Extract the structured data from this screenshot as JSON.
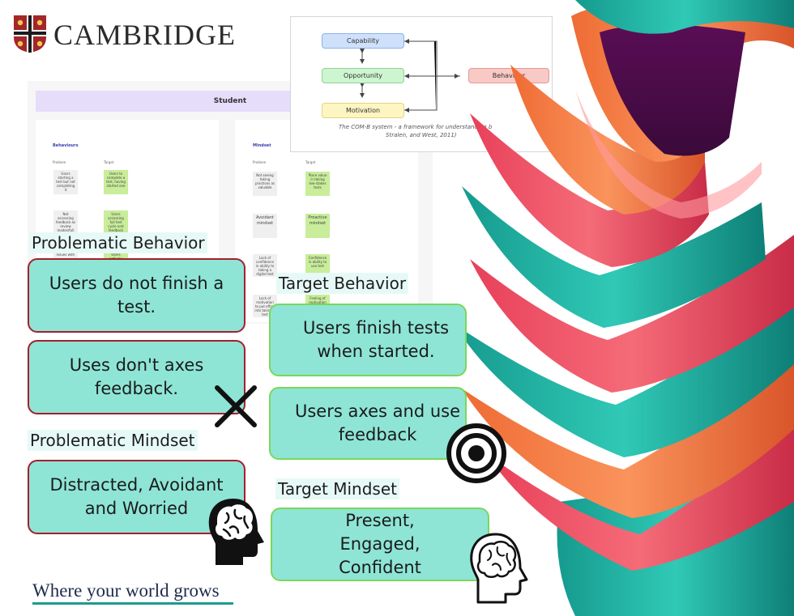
{
  "brand": {
    "name": "CAMBRIDGE",
    "tagline": "Where your world grows",
    "colors": {
      "shield_red": "#a3262a",
      "tagline_underline": "#1e9b8f"
    }
  },
  "whiteboard": {
    "title": "Student",
    "behaviours": {
      "title": "Behaviours",
      "col_problem": "Problem",
      "col_target": "Target",
      "problems": [
        "Users starting a test but not completing it",
        "Not accessing feedback as review modes/full",
        "Issues with"
      ],
      "targets": [
        "Users to complete a test, having started one",
        "Users accessing full test cycle and feedback",
        "Users actively"
      ]
    },
    "mindset": {
      "title": "Mindset",
      "col_problem": "Problem",
      "col_target": "Target",
      "problems": [
        "Not seeing taking practices as valuable",
        "Avoidant mindset",
        "Lack of confidence in ability to taking a digital test",
        "Lack of motivation to put effort into taking a test"
      ],
      "targets": [
        "Place value in taking low-stakes tests",
        "Proactive mindset",
        "Confidence in ability to use test",
        "Feeling of motivation to"
      ]
    }
  },
  "comb": {
    "capability": "Capability",
    "opportunity": "Opportunity",
    "motivation": "Motivation",
    "behaviour": "Behaviour",
    "caption_line1": "The COM-B system - a framework for understanding b",
    "caption_line2": "Stralen, and West, 2011)",
    "colors": {
      "capability": "#cfe0fb",
      "opportunity": "#cdf5cf",
      "motivation": "#fdf5c2",
      "behaviour": "#f9c9c6"
    }
  },
  "sections": {
    "problematic_behavior": {
      "label": "Problematic Behavior",
      "cards": [
        "Users do not finish a test.",
        "Uses don't axes feedback."
      ]
    },
    "target_behavior": {
      "label": "Target Behavior",
      "cards": [
        "Users finish tests when started.",
        "Users axes and use feedback"
      ]
    },
    "problematic_mindset": {
      "label": "Problematic Mindset",
      "cards": [
        "Distracted, Avoidant and Worried"
      ]
    },
    "target_mindset": {
      "label": "Target Mindset",
      "cards": [
        "Present, Engaged, Confident"
      ]
    }
  },
  "icons": [
    "cross-icon",
    "target-icon",
    "brain-head-icon",
    "brain-head-outline-icon",
    "abstract-stacked-shape"
  ],
  "colors": {
    "card_fill": "#8ee5d6",
    "problem_border": "#a51f2d",
    "target_border": "#7bd75a",
    "label_bg": "#e6f9f6"
  }
}
